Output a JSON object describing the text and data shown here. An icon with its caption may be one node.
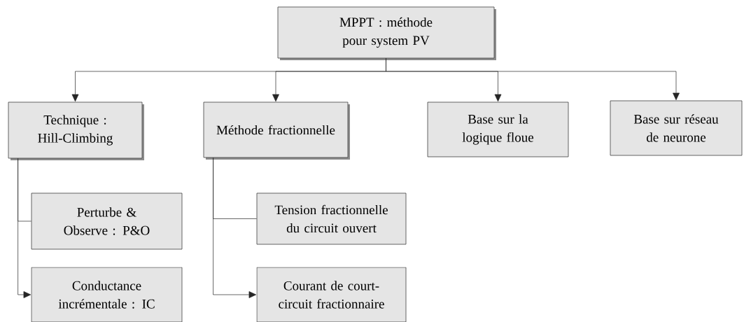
{
  "diagram": {
    "nodes": [
      {
        "text": [
          "MPPT : méthode pour system PV"
        ]
      },
      {
        "text": [
          "Technique : Hill-Climbing"
        ]
      },
      {
        "text": [
          "Méthode fractionnelle"
        ]
      },
      {
        "text": [
          "Base sur la logique floue"
        ]
      },
      {
        "text": [
          "Base sur réseau de neurone"
        ]
      },
      {
        "text": [
          "Perturbe & Observe : P&O"
        ]
      },
      {
        "text": [
          "Conductance incrémentale : IC"
        ]
      },
      {
        "text": [
          "Tension fractionnelle du circuit ouvert"
        ]
      },
      {
        "text": [
          "Courant de court-circuit fractionnaire"
        ]
      }
    ],
    "edges": [
      {
        "from": 0,
        "to": 1,
        "arrow": "to"
      },
      {
        "from": 0,
        "to": 2,
        "arrow": "to"
      },
      {
        "from": 0,
        "to": 3,
        "arrow": "to"
      },
      {
        "from": 0,
        "to": 4,
        "arrow": "to"
      },
      {
        "from": 1,
        "to": 5,
        "arrow": "none"
      },
      {
        "from": 1,
        "to": 6,
        "arrow": "to"
      },
      {
        "from": 2,
        "to": 7,
        "arrow": "none"
      },
      {
        "from": 2,
        "to": 8,
        "arrow": "to"
      }
    ]
  }
}
